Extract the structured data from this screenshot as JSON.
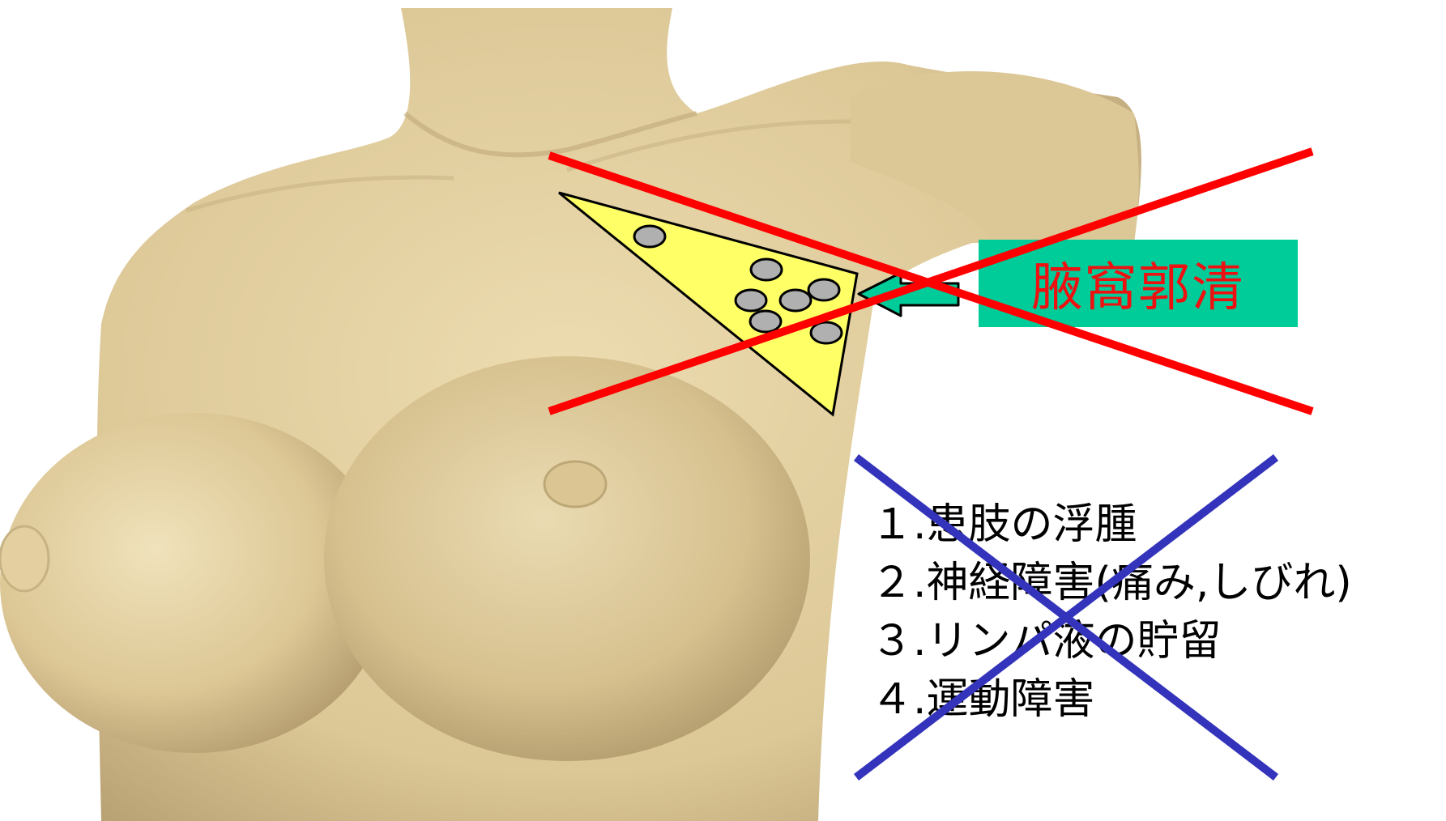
{
  "procedure_label": {
    "text": "腋窩郭清",
    "text_color": "#ee1111",
    "background_color": "#00cc99"
  },
  "complications": [
    "１.患肢の浮腫",
    "２.神経障害(痛み,しびれ)",
    "３.リンパ液の貯留",
    "４.運動障害"
  ],
  "colors": {
    "skin": "#e6d3a2",
    "skin_shadow": "#bfa97a",
    "axilla_triangle": "#ffff66",
    "lymph_node": "#b0b0b0",
    "red_cross": "#ff0000",
    "blue_cross": "#3333bb"
  }
}
